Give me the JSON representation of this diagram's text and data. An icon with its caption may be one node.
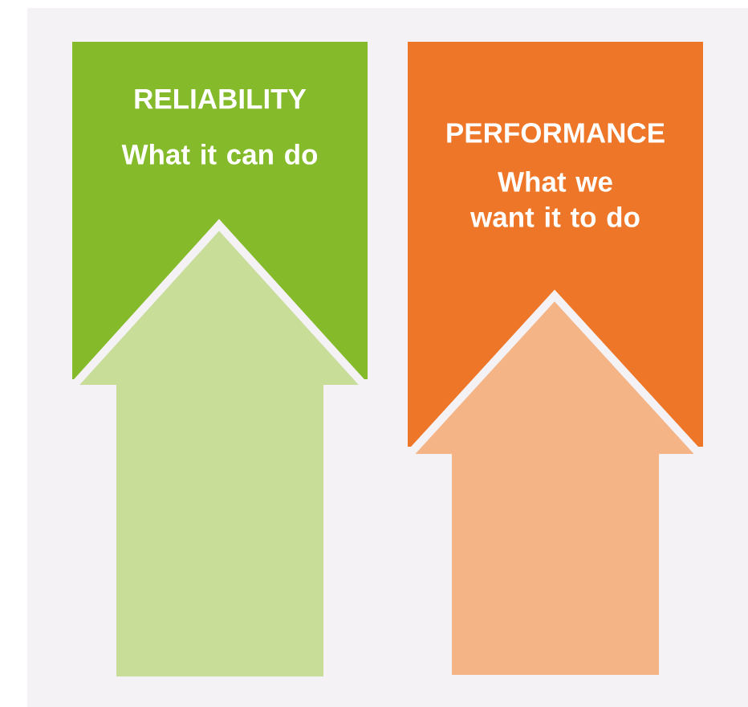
{
  "diagram": {
    "nodes": [
      {
        "text": [
          "RELIABILITY",
          "What it can do"
        ]
      },
      {
        "text": [],
        "shape": "arrow"
      },
      {
        "text": [
          "PERFORMANCE",
          "What we want it to do"
        ]
      },
      {
        "text": [],
        "shape": "arrow"
      }
    ]
  }
}
